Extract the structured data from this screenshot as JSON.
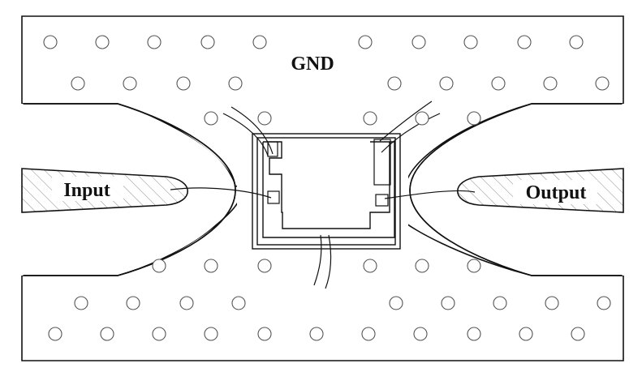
{
  "labels": {
    "gnd": "GND",
    "input": "Input",
    "output": "Output"
  },
  "colors": {
    "stroke": "#111111",
    "background": "#ffffff",
    "hatch": "#8a8a8a"
  }
}
